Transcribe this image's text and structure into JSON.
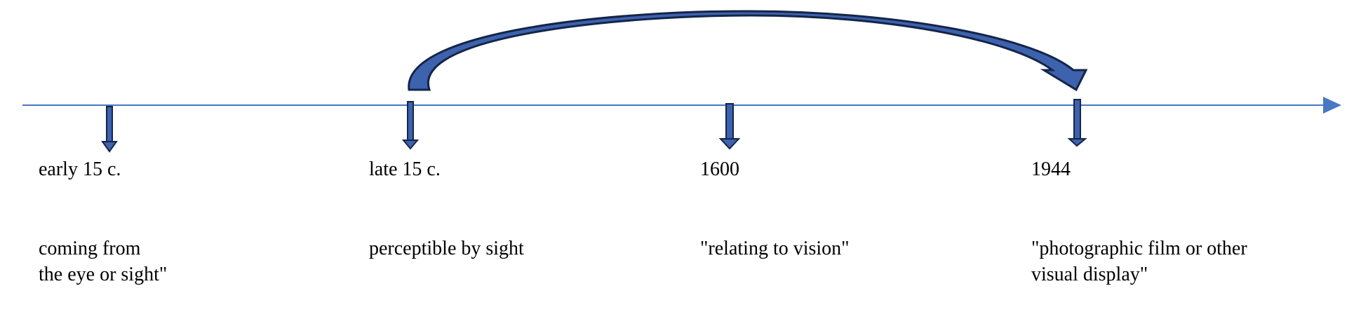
{
  "colors": {
    "axis": "#4a77c4",
    "arrow_fill": "#3d62ae",
    "arrow_stroke": "#142548",
    "text": "#000000"
  },
  "events": [
    {
      "date": "early 15 c.",
      "meaning": "coming from\nthe eye or sight\""
    },
    {
      "date": "late 15 c.",
      "meaning": "perceptible by sight"
    },
    {
      "date": "1600",
      "meaning": "\"relating to vision\""
    },
    {
      "date": "1944",
      "meaning": "\"photographic film or other\nvisual display\""
    }
  ]
}
